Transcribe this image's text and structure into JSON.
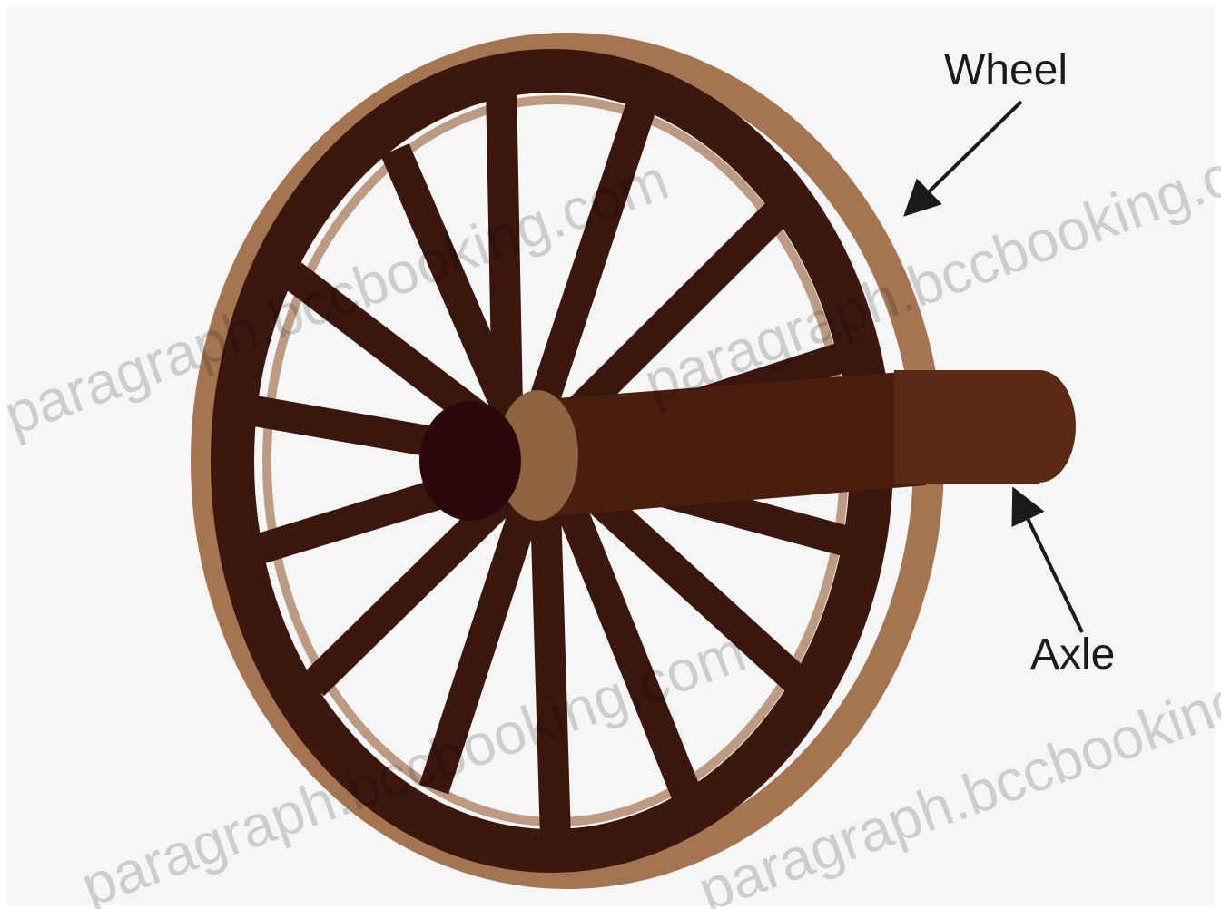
{
  "labels": {
    "wheel": "Wheel",
    "axle": "Axle"
  },
  "watermark": {
    "text": "paragraph.bccbooking.com"
  },
  "colors": {
    "background": "#f6f6f6",
    "rim_dark": "#3b170e",
    "rim_tan": "#a57552",
    "spoke": "#3a160c",
    "hub_inner": "#2a0608",
    "hub_tan": "#8e6340",
    "axle": "#4a1e0e",
    "axle_end": "#5c2a14",
    "arrow": "#1a1a1a"
  }
}
